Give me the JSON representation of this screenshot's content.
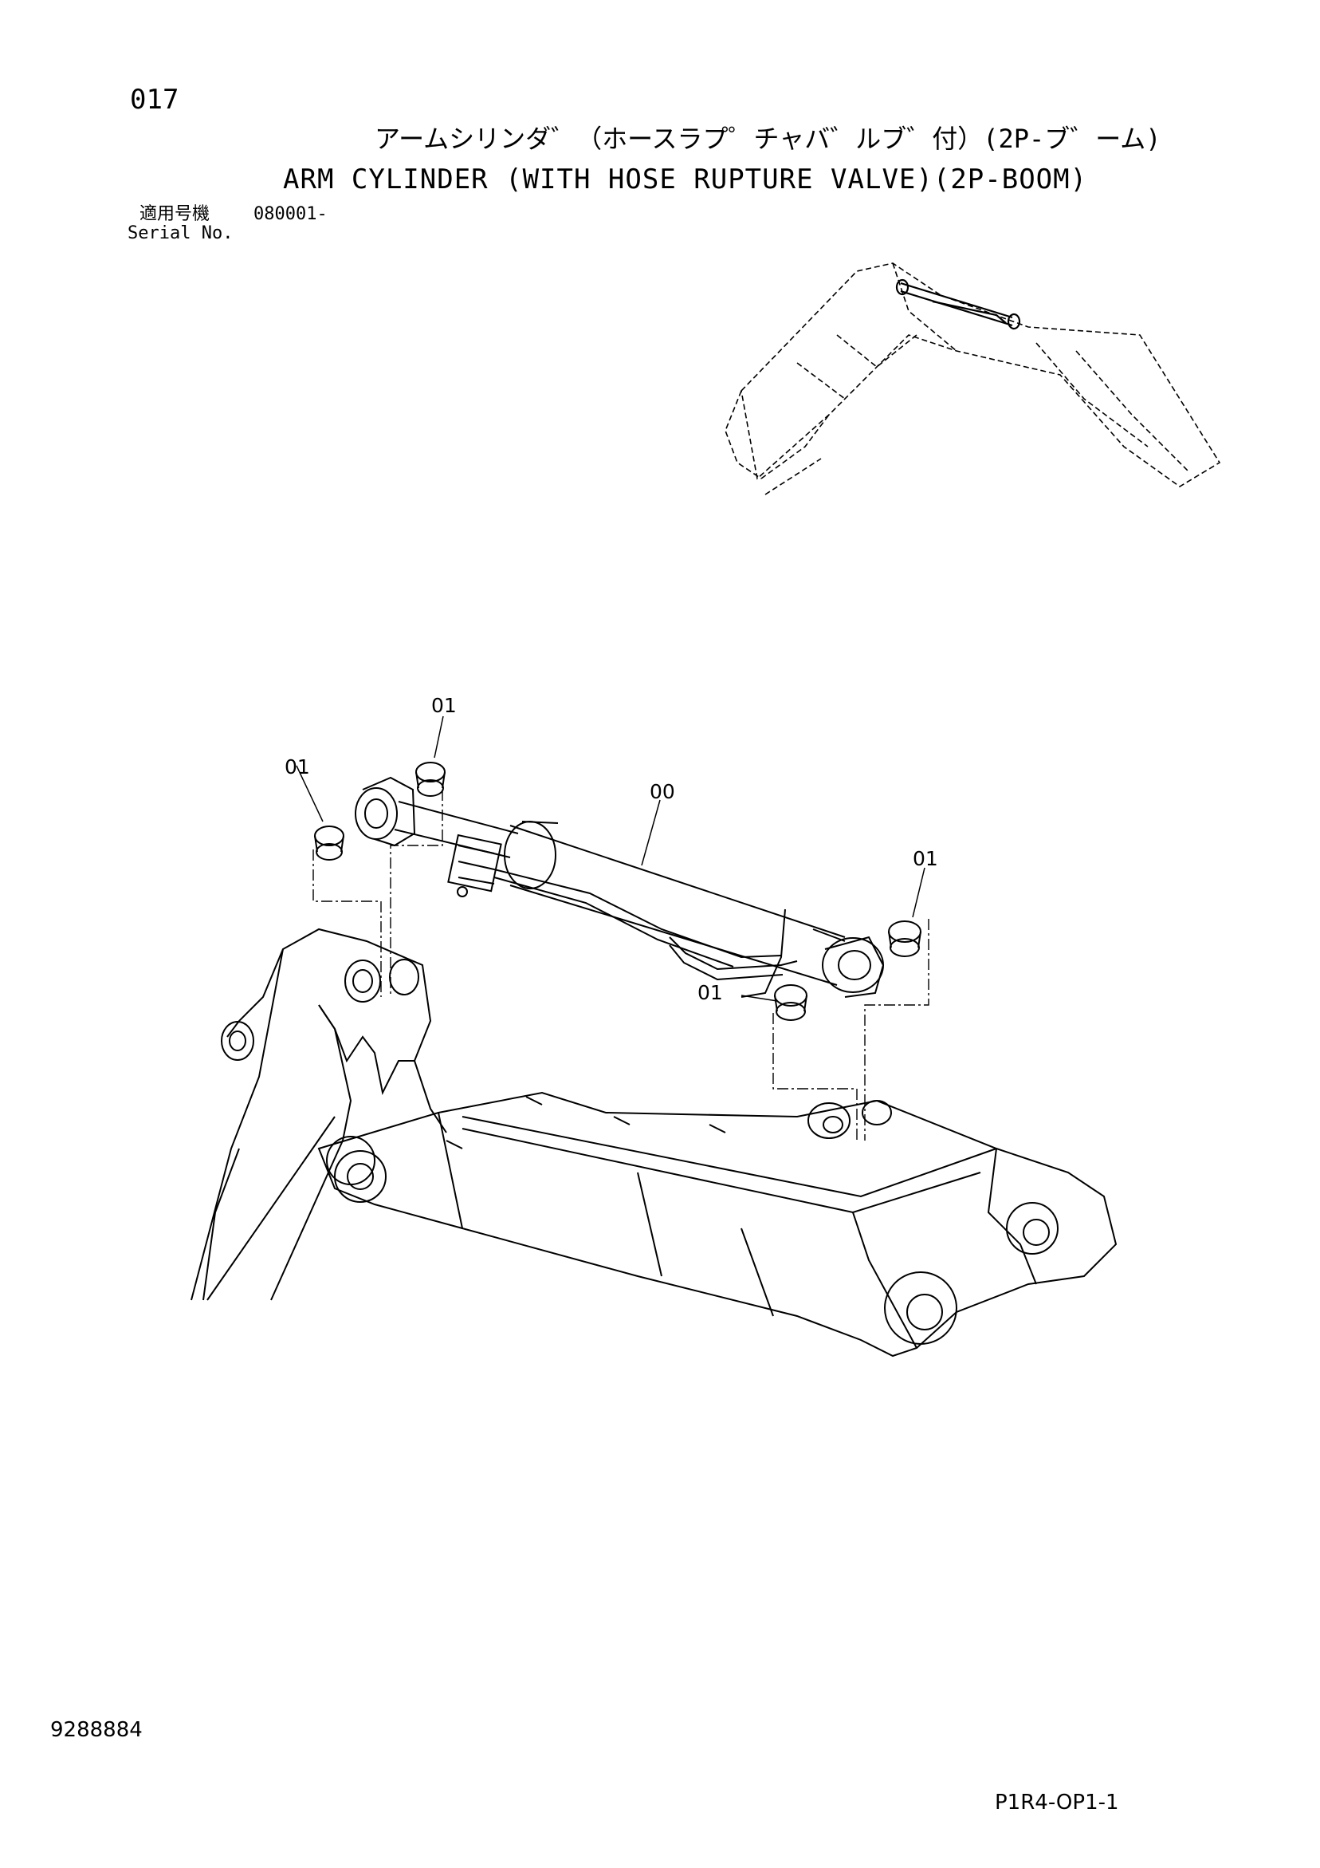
{
  "header": {
    "page_number": "017",
    "title_jp": "アームシリンダ゛（ホースラプ゜チャバ゛ルブ゛付）(2P-ブ゛ーム)",
    "title_en": "ARM CYLINDER (WITH HOSE RUPTURE VALVE)(2P-BOOM)",
    "serial_label_jp": "適用号機",
    "serial_value": "080001-",
    "serial_label_en": "Serial No."
  },
  "diagram": {
    "callouts": [
      "01",
      "01",
      "00",
      "01",
      "01"
    ]
  },
  "footer": {
    "document_number": "9288884",
    "page_code": "P1R4-OP1-1"
  }
}
